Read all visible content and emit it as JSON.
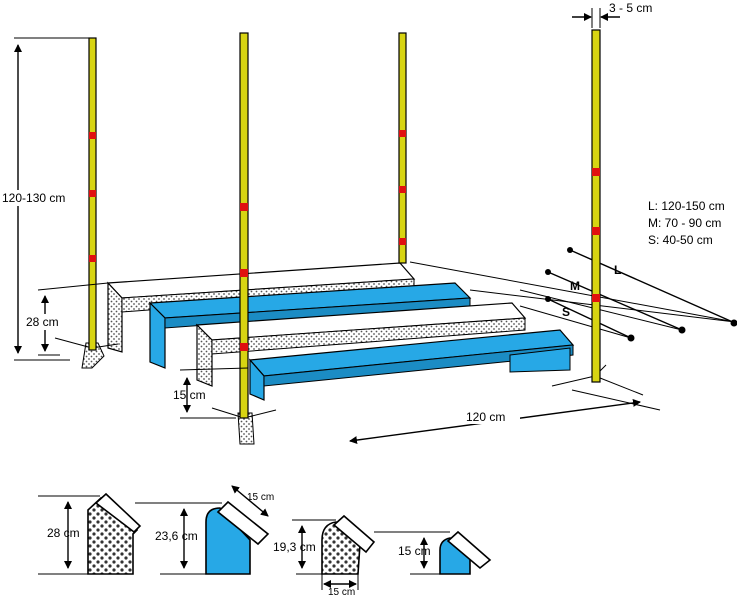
{
  "colors": {
    "pole": "#d8d412",
    "pole_mark": "#e01010",
    "plank_blue": "#27a8e6",
    "plank_stone": "#e6e6e6",
    "dots": "#555555"
  },
  "labels": {
    "pole_height": "120-130 cm",
    "pole_width": "3 - 5 cm",
    "plank_height": "28 cm",
    "low_height": "15 cm",
    "plank_length": "120 cm",
    "size_L": "L: 120-150 cm",
    "size_M": "M:  70 - 90 cm",
    "size_S": "S:    40-50 cm",
    "letter_L": "L",
    "letter_M": "M",
    "letter_S": "S"
  },
  "profiles": {
    "p1_height": "28 cm",
    "p2_height": "23,6 cm",
    "p2_top": "15 cm",
    "p3_height": "19,3 cm",
    "p3_base": "15 cm",
    "p4_height": "15 cm"
  }
}
